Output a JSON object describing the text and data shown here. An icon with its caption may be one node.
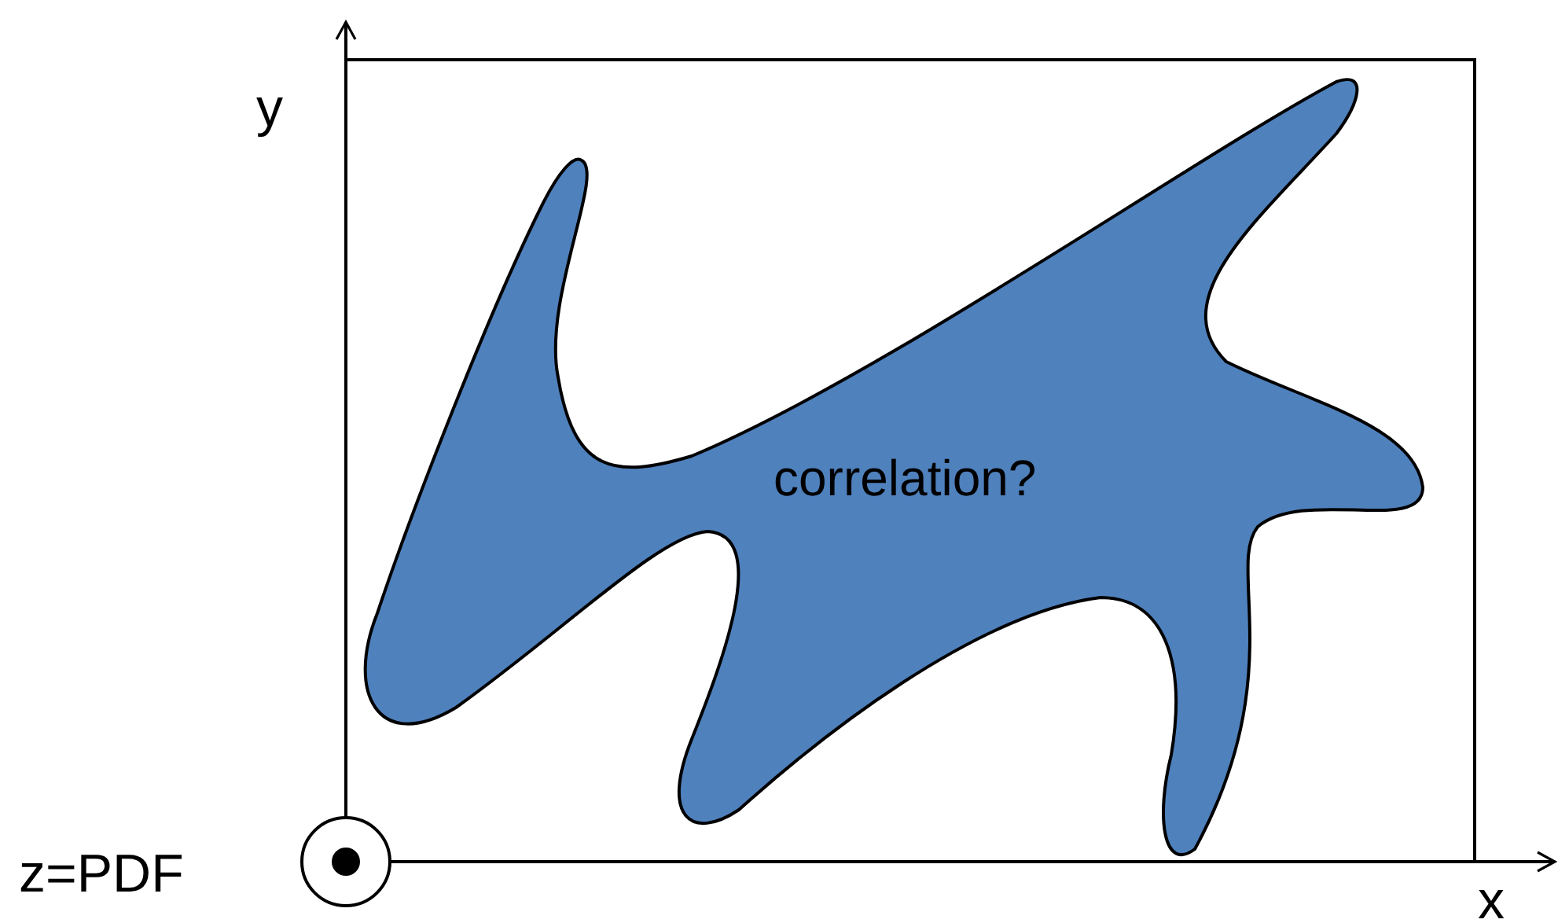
{
  "diagram": {
    "nodes": [
      {
        "text": [
          "correlation?"
        ]
      }
    ],
    "labels": [
      "y",
      "z=PDF",
      "x"
    ]
  }
}
